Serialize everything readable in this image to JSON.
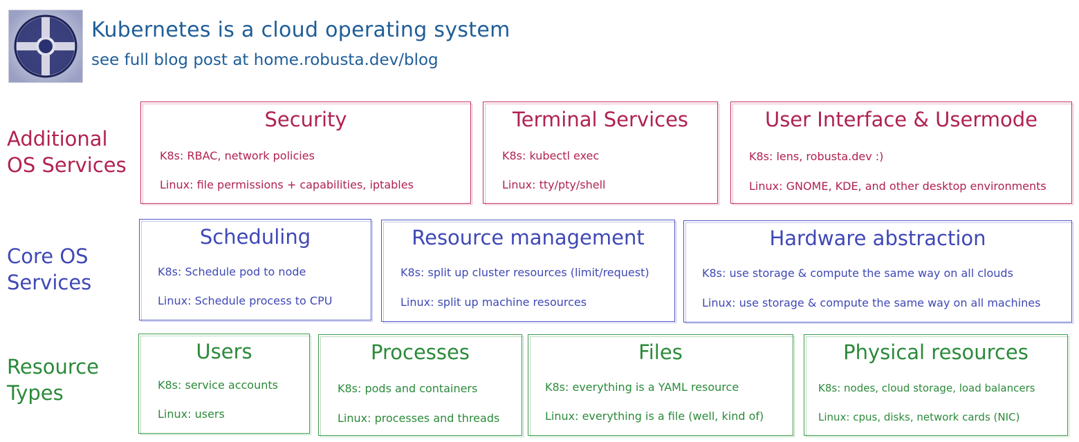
{
  "header": {
    "title": "Kubernetes is a cloud operating system",
    "subtitle": "see full blog post at home.robusta.dev/blog"
  },
  "rows": {
    "additional": {
      "label_line1": "Additional",
      "label_line2": "OS Services",
      "color": "#b0224f"
    },
    "core": {
      "label_line1": "Core OS",
      "label_line2": "Services",
      "color": "#3f48b5"
    },
    "resources": {
      "label_line1": "Resource",
      "label_line2": "Types",
      "color": "#2b8a3a"
    }
  },
  "boxes": {
    "security": {
      "title": "Security",
      "k8s": "K8s: RBAC, network policies",
      "linux": "Linux: file permissions + capabilities, iptables"
    },
    "terminal": {
      "title": "Terminal Services",
      "k8s": "K8s: kubectl exec",
      "linux": "Linux: tty/pty/shell"
    },
    "ui": {
      "title": "User Interface & Usermode",
      "k8s": "K8s: lens, robusta.dev :)",
      "linux": "Linux: GNOME, KDE, and other desktop environments"
    },
    "scheduling": {
      "title": "Scheduling",
      "k8s": "K8s: Schedule pod to node",
      "linux": "Linux: Schedule process to CPU"
    },
    "resource_mgmt": {
      "title": "Resource management",
      "k8s": "K8s: split up cluster resources (limit/request)",
      "linux": "Linux: split up machine resources"
    },
    "hardware": {
      "title": "Hardware abstraction",
      "k8s": "K8s: use storage & compute the same way on all clouds",
      "linux": "Linux: use storage & compute the same way on all machines"
    },
    "users": {
      "title": "Users",
      "k8s": "K8s: service accounts",
      "linux": "Linux: users"
    },
    "processes": {
      "title": "Processes",
      "k8s": "K8s: pods and containers",
      "linux": "Linux: processes and threads"
    },
    "files": {
      "title": "Files",
      "k8s": "K8s: everything is a YAML resource",
      "linux": "Linux: everything is a file (well, kind of)"
    },
    "physical": {
      "title": "Physical resources",
      "k8s": "K8s: nodes, cloud storage, load balancers",
      "linux": "Linux: cpus, disks, network cards (NIC)"
    }
  }
}
